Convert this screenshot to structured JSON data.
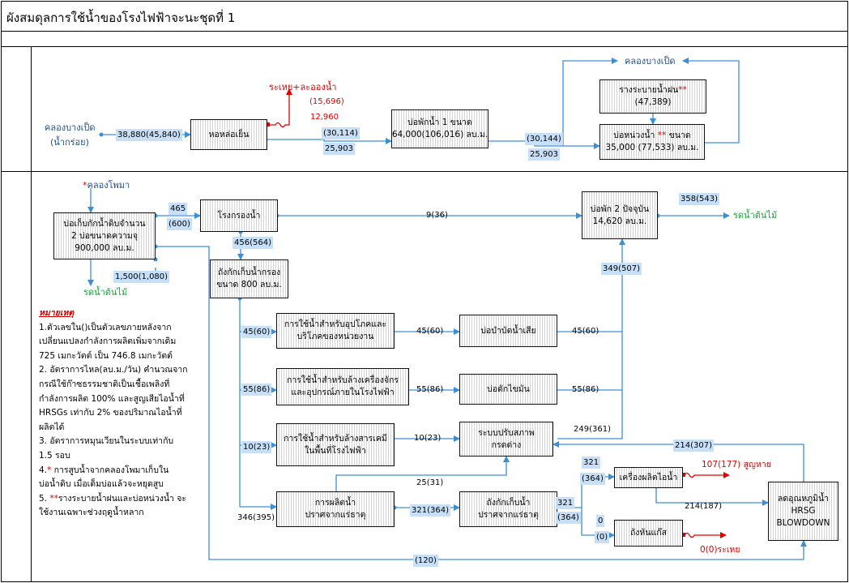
{
  "title": "ผังสมดุลการใช้น้ำของโรงไฟฟ้าจะนะชุดที่ 1",
  "top": {
    "source": "คลองบางเป็ด",
    "source_sub": "(น้ำกร่อย)",
    "flow_in": "38,880(45,840)",
    "cooling_tower": "หอหล่อเย็น",
    "evap_label": "ระเหย+ละอองน้ำ",
    "evap_v1": "(15,696)",
    "evap_v2": "12,960",
    "flow_ct_p1": "(30,114)",
    "flow_ct_p1_b": "25,903",
    "pond1_l1": "บ่อพักน้ำ 1 ขนาด",
    "pond1_l2": "64,000(106,016) ลบ.ม.",
    "flow_p1_p2": "(30,144)",
    "flow_p1_p2_b": "25,903",
    "rain_l1": "รางระบายน้ำฝน",
    "rain_star": "**",
    "rain_v": "(47,389)",
    "delay_l1": "บ่อหน่วงน้ำ",
    "delay_star": " ** ",
    "delay_l1b": "ขนาด",
    "delay_l2": "35,000 (77,533) ลบ.ม.",
    "dest": "คลองบางเป็ด"
  },
  "bottom": {
    "canal": "คลองโพมา",
    "canal_star": "*",
    "raw_l1": "บ่อเก็บกักน้ำดิบจำนวน",
    "raw_l2": "2 บ่อขนาดความจุ",
    "raw_l3": "900,000 ลบ.ม.",
    "raw_to_wt_a": "465",
    "raw_to_wt_b": "(600)",
    "water_treat": "โรงกรองน้ำ",
    "wt_to_p2": "9(36)",
    "wt_to_tank": "456(564)",
    "tank_l1": "ถังกักเก็บน้ำกรอง",
    "tank_l2": "ขนาด 800 ลบ.ม.",
    "raw_to_tree": "1,500(1,080)",
    "tree1": "รดน้ำต้นไม้",
    "pond2_l1": "บ่อพัก 2 ปัจจุบัน",
    "pond2_l2": "14,620 ลบ.ม.",
    "p2_out": "358(543)",
    "tree2": "รดน้ำต้นไม้",
    "to_p2": "349(507)",
    "use1_l1": "การใช้น้ำสำหรับอุปโภคและ",
    "use1_l2": "บริโภคของหน่วยงาน",
    "use1_in": "45(60)",
    "use1_out": "45(60)",
    "ww": "บ่อบำบัดน้ำเสีย",
    "ww_out": "45(60)",
    "use2_l1": "การใช้น้ำสำหรับล้างเครื่องจักร",
    "use2_l2": "และอุปกรณ์ภายในโรงไฟฟ้า",
    "use2_in": "55(86)",
    "use2_out": "55(86)",
    "oil": "บ่อดักไขมัน",
    "oil_out": "55(86)",
    "use3_l1": "การใช้น้ำสำหรับล้างสารเคมี",
    "use3_l2": "ในพื้นที่โรงไฟฟ้า",
    "use3_in": "10(23)",
    "use3_out": "10(23)",
    "neut_l1": "ระบบปรับสภาพ",
    "neut_l2": "กรดด่าง",
    "neut_out": "249(361)",
    "demin_l1": "การผลิตน้ำ",
    "demin_l2": "ปราศจากแร่ธาตุ",
    "demin_in": "346(395)",
    "demin_to_neut": "25(31)",
    "demin_out": "321(364)",
    "dtank_l1": "ถังกักเก็บน้ำ",
    "dtank_l2": "ปราศจากแร่ธาตุ",
    "dt_a": "321",
    "dt_b": "(364)",
    "dt_hrsg_a": "321",
    "dt_hrsg_b": "(364)",
    "dt_gas_a": "0",
    "dt_gas_b": "(0)",
    "steam": "เครื่องผลิตไอน้ำ",
    "loss": "107(177) สูญหาย",
    "steam_out": "214(187)",
    "gas": "ถังหันแก๊ส",
    "gas_evap": "0(0)ระเหย",
    "hrsg_l1": "ลดอุณหภูมิน้ำ",
    "hrsg_l2": "HRSG",
    "hrsg_l3": "BLOWDOWN",
    "hrsg_back": "214(307)",
    "bottom_flow": "(120)"
  },
  "notes": {
    "heading": "หมายเหตุ",
    "n1_l1": "1.ตัวเลขใน()เป็นตัวเลขภายหลังจาก",
    "n1_l2": "เปลี่ยนแปลงกำลังการผลิตเพิ่มจากเดิม",
    "n1_l3": "725 เมกะวัตต์ เป็น 746.8 เมกะวัตต์",
    "n2_l1": "2. อัตราการไหล(ลบ.ม./วัน) คำนวณจาก",
    "n2_l2": "กรณีใช้ก๊าซธรรมชาติเป็นเชื้อเพลิงที่",
    "n2_l3": "กำลังการผลิต 100% และสูญเสียไอน้ำที่",
    "n2_l4": "HRSGs เท่ากับ 2% ของปริมาณไอน้ำที่",
    "n2_l5": "ผลิตได้",
    "n3_l1": "3. อัตราการหมุนเวียนในระบบเท่ากับ",
    "n3_l2": "1.5 รอบ",
    "n4_pre": "4.",
    "n4_star": "*",
    "n4_l1": " การสูบน้ำจากคลองโพมาเก็บใน",
    "n4_l2": "บ่อน้ำดิบ เมื่อเต็มบ่อแล้วจะหยุดสูบ",
    "n5_pre": "5. ",
    "n5_star": "**",
    "n5_l1": "รางระบายน้ำฝนและบ่อหน่วงน้ำ จะ",
    "n5_l2": "ใช้งานเฉพาะช่วงฤดูน้ำหลาก"
  },
  "colors": {
    "line": "#3a8fd9",
    "hatch": "#d2d2d2",
    "tag": "#c7e0f7",
    "red": "#e00000",
    "green": "#1aa53c",
    "text_blue": "#1f4e8c"
  }
}
